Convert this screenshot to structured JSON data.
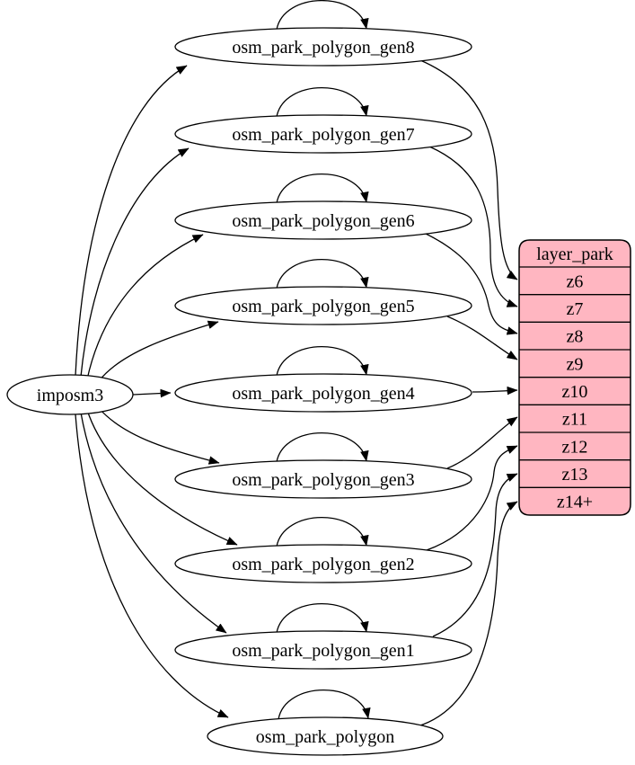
{
  "diagram": {
    "source_node": {
      "id": "imposm3",
      "label": "imposm3"
    },
    "table_nodes": [
      {
        "id": "osm_park_polygon_gen8",
        "label": "osm_park_polygon_gen8"
      },
      {
        "id": "osm_park_polygon_gen7",
        "label": "osm_park_polygon_gen7"
      },
      {
        "id": "osm_park_polygon_gen6",
        "label": "osm_park_polygon_gen6"
      },
      {
        "id": "osm_park_polygon_gen5",
        "label": "osm_park_polygon_gen5"
      },
      {
        "id": "osm_park_polygon_gen4",
        "label": "osm_park_polygon_gen4"
      },
      {
        "id": "osm_park_polygon_gen3",
        "label": "osm_park_polygon_gen3"
      },
      {
        "id": "osm_park_polygon_gen2",
        "label": "osm_park_polygon_gen2"
      },
      {
        "id": "osm_park_polygon_gen1",
        "label": "osm_park_polygon_gen1"
      },
      {
        "id": "osm_park_polygon",
        "label": "osm_park_polygon"
      }
    ],
    "layer_node": {
      "id": "layer_park",
      "title": "layer_park",
      "rows": [
        {
          "id": "z6",
          "label": "z6"
        },
        {
          "id": "z7",
          "label": "z7"
        },
        {
          "id": "z8",
          "label": "z8"
        },
        {
          "id": "z9",
          "label": "z9"
        },
        {
          "id": "z10",
          "label": "z10"
        },
        {
          "id": "z11",
          "label": "z11"
        },
        {
          "id": "z12",
          "label": "z12"
        },
        {
          "id": "z13",
          "label": "z13"
        },
        {
          "id": "z14+",
          "label": "z14+"
        }
      ],
      "fill": "#ffb6c1",
      "stroke": "#000000"
    },
    "edges": {
      "stroke": "#000000",
      "from_source": [
        "osm_park_polygon_gen8",
        "osm_park_polygon_gen7",
        "osm_park_polygon_gen6",
        "osm_park_polygon_gen5",
        "osm_park_polygon_gen4",
        "osm_park_polygon_gen3",
        "osm_park_polygon_gen2",
        "osm_park_polygon_gen1",
        "osm_park_polygon"
      ],
      "self_loops": [
        "osm_park_polygon_gen8",
        "osm_park_polygon_gen7",
        "osm_park_polygon_gen6",
        "osm_park_polygon_gen5",
        "osm_park_polygon_gen4",
        "osm_park_polygon_gen3",
        "osm_park_polygon_gen2",
        "osm_park_polygon_gen1",
        "osm_park_polygon"
      ],
      "to_layer": [
        {
          "from": "osm_park_polygon_gen8",
          "to": "z6"
        },
        {
          "from": "osm_park_polygon_gen7",
          "to": "z7"
        },
        {
          "from": "osm_park_polygon_gen6",
          "to": "z8"
        },
        {
          "from": "osm_park_polygon_gen5",
          "to": "z9"
        },
        {
          "from": "osm_park_polygon_gen4",
          "to": "z10"
        },
        {
          "from": "osm_park_polygon_gen3",
          "to": "z11"
        },
        {
          "from": "osm_park_polygon_gen2",
          "to": "z12"
        },
        {
          "from": "osm_park_polygon_gen1",
          "to": "z13"
        },
        {
          "from": "osm_park_polygon",
          "to": "z14+"
        }
      ]
    }
  }
}
